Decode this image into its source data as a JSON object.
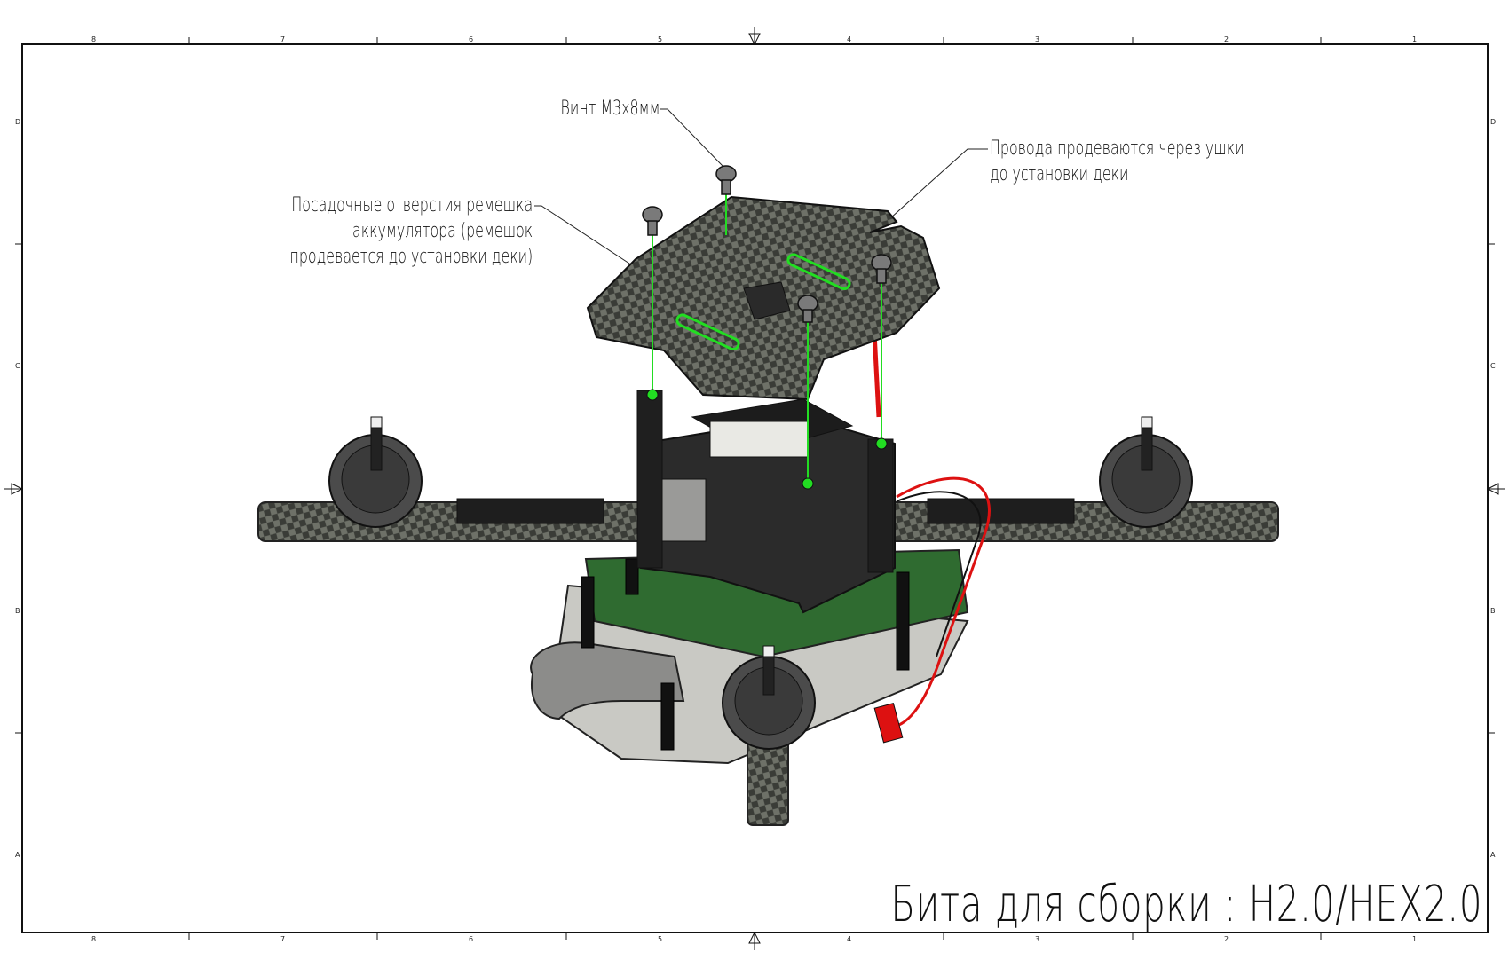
{
  "sheet": {
    "zones_columns": [
      "8",
      "7",
      "6",
      "5",
      "4",
      "3",
      "2",
      "1"
    ],
    "zones_rows": [
      "D",
      "C",
      "B",
      "A"
    ],
    "title": "Бита для сборки : H2.0/HEX2.0"
  },
  "annotations": {
    "screw": "Винт M3x8мм",
    "strap_holes": [
      "Посадочные отверстия ремешка",
      "аккумулятора (ремешок",
      "продевается до установки деки)"
    ],
    "wires": [
      "Провода продеваются через ушки",
      "до установки деки"
    ]
  },
  "colors": {
    "carbon": "#3d3f3a",
    "frame_black": "#2a2a2a",
    "highlight_green": "#22dd22",
    "wire_red": "#dd1111",
    "pcb_green": "#2f6b30"
  }
}
